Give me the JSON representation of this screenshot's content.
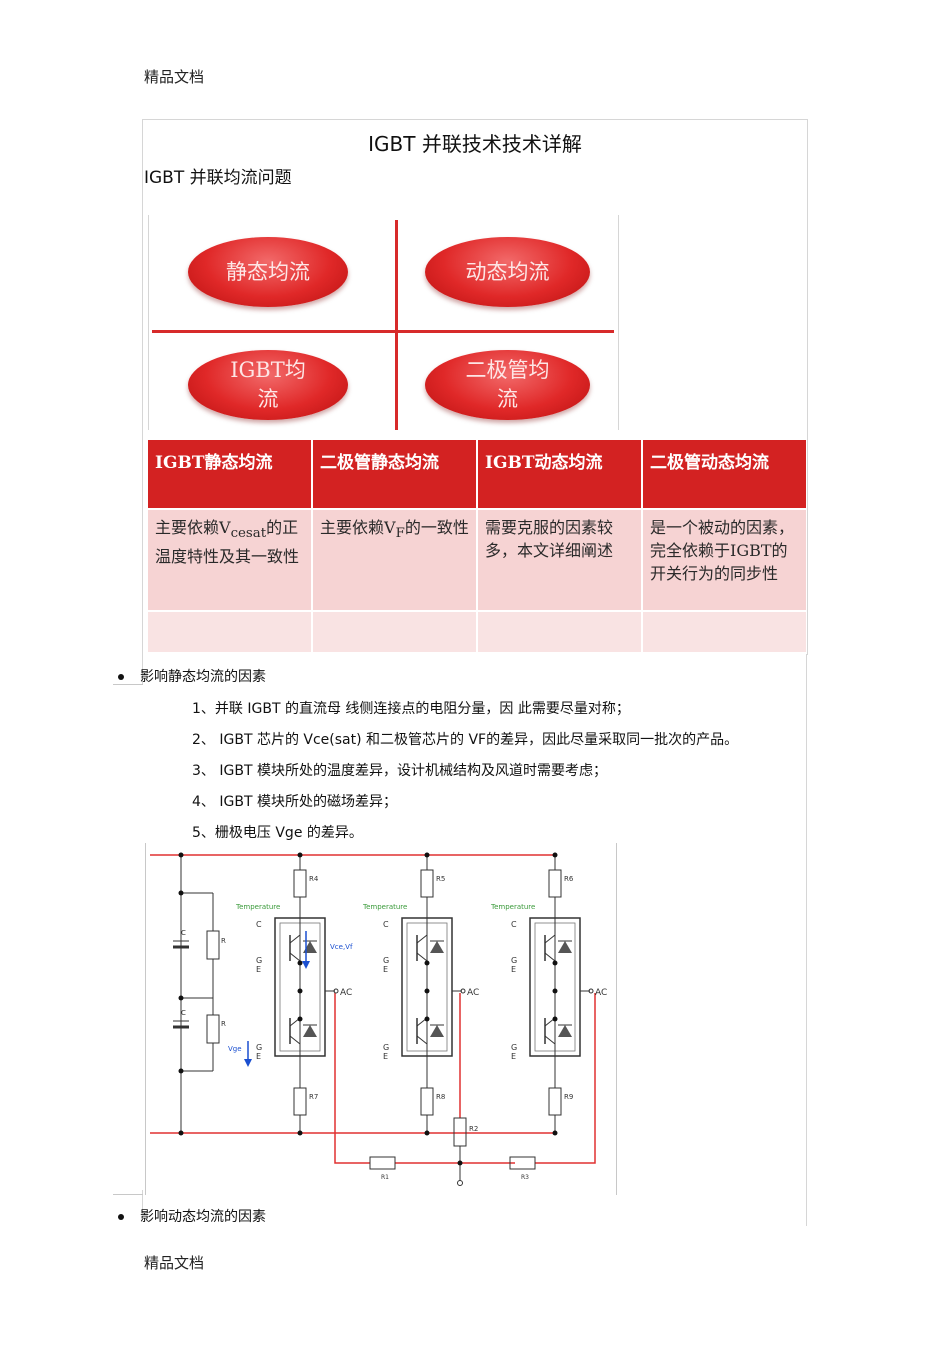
{
  "header": {
    "text": "精品文档"
  },
  "footer": {
    "text": "精品文档"
  },
  "title": "IGBT  并联技术技术详解",
  "subtitle": "IGBT  并联均流问题",
  "diagram": {
    "ellipses": [
      "静态均流",
      "动态均流",
      "IGBT均\n流",
      "二极管均\n流"
    ]
  },
  "table": {
    "headers": [
      "IGBT静态均流",
      "二极管静态均流",
      "IGBT动态均流",
      "二极管动态均流"
    ],
    "cells": [
      {
        "pre": "主要依赖V",
        "sub": "cesat",
        "post": "的正温度特性及其一致性"
      },
      {
        "pre": "主要依赖V",
        "sub": "F",
        "post": "的一致性"
      },
      {
        "pre": "需要克服的因素较多，本文详细阐述",
        "sub": "",
        "post": ""
      },
      {
        "pre": "是一个被动的因素，完全依赖于IGBT的开关行为的同步性",
        "sub": "",
        "post": ""
      }
    ]
  },
  "static_factors": {
    "heading": "影响静态均流的因素",
    "items": [
      "1、并联   IGBT  的直流母  线侧连接点的电阻分量，因     此需要尽量对称；",
      "2、 IGBT  芯片的    Vce(sat)  和二极管芯片的      VF的差异，因此尽量采取同一批次的产品。",
      "3、 IGBT  模块所处的温度差异，设计机械结构及风道时需要考虑；",
      "4、 IGBT  模块所处的磁场差异；",
      "5、栅极电压    Vge  的差异。"
    ]
  },
  "circuit": {
    "temperature_label": "Temperature",
    "top_resistors": [
      "R4",
      "R5",
      "R6"
    ],
    "bottom_resistors": [
      "R7",
      "R8",
      "R9"
    ],
    "center_resistor": "R2",
    "bus_resistors": [
      "R1",
      "R3"
    ],
    "cap_label": "C",
    "r_label": "R",
    "pin_c": "C",
    "pin_g": "G",
    "pin_e": "E",
    "ac_label": "AC",
    "vce_label": "Vce,Vf",
    "vge_label": "Vge"
  },
  "dynamic_factors": {
    "heading": "影响动态均流的因素"
  },
  "colors": {
    "accent_red": "#d32222",
    "wire_red": "#e03030",
    "cell_pink": "#f6d3d3"
  }
}
